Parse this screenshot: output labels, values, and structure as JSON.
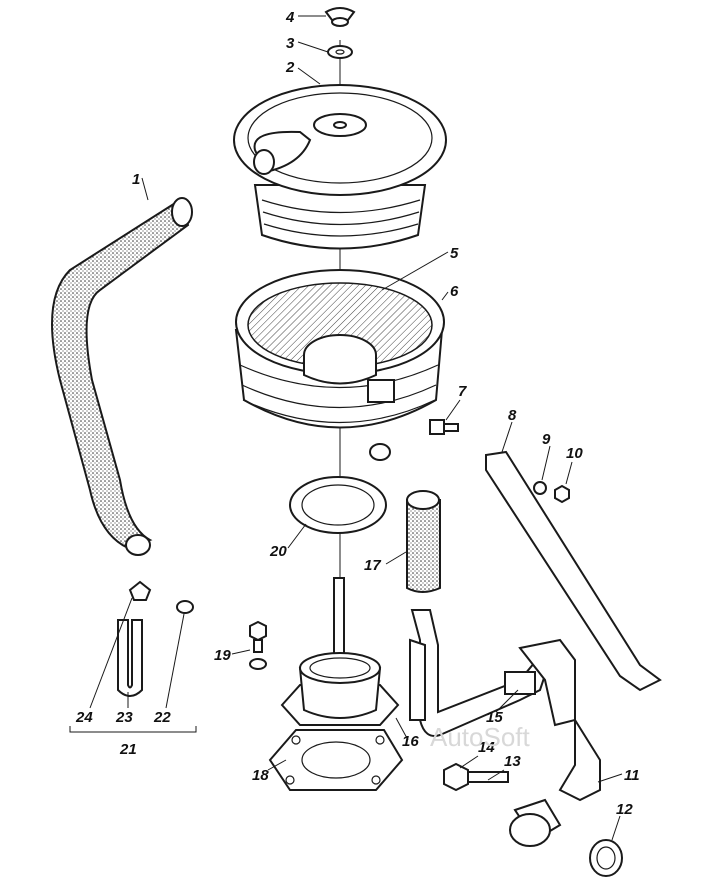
{
  "diagram": {
    "labels": {
      "p1": "1",
      "p2": "2",
      "p3": "3",
      "p4": "4",
      "p5": "5",
      "p6": "6",
      "p7": "7",
      "p8": "8",
      "p9": "9",
      "p10": "10",
      "p11": "11",
      "p12": "12",
      "p13": "13",
      "p14": "14",
      "p15": "15",
      "p16": "16",
      "p17": "17",
      "p18": "18",
      "p19": "19",
      "p20": "20",
      "p21": "21",
      "p22": "22",
      "p23": "23",
      "p24": "24"
    },
    "watermark": "AutoSoft"
  }
}
